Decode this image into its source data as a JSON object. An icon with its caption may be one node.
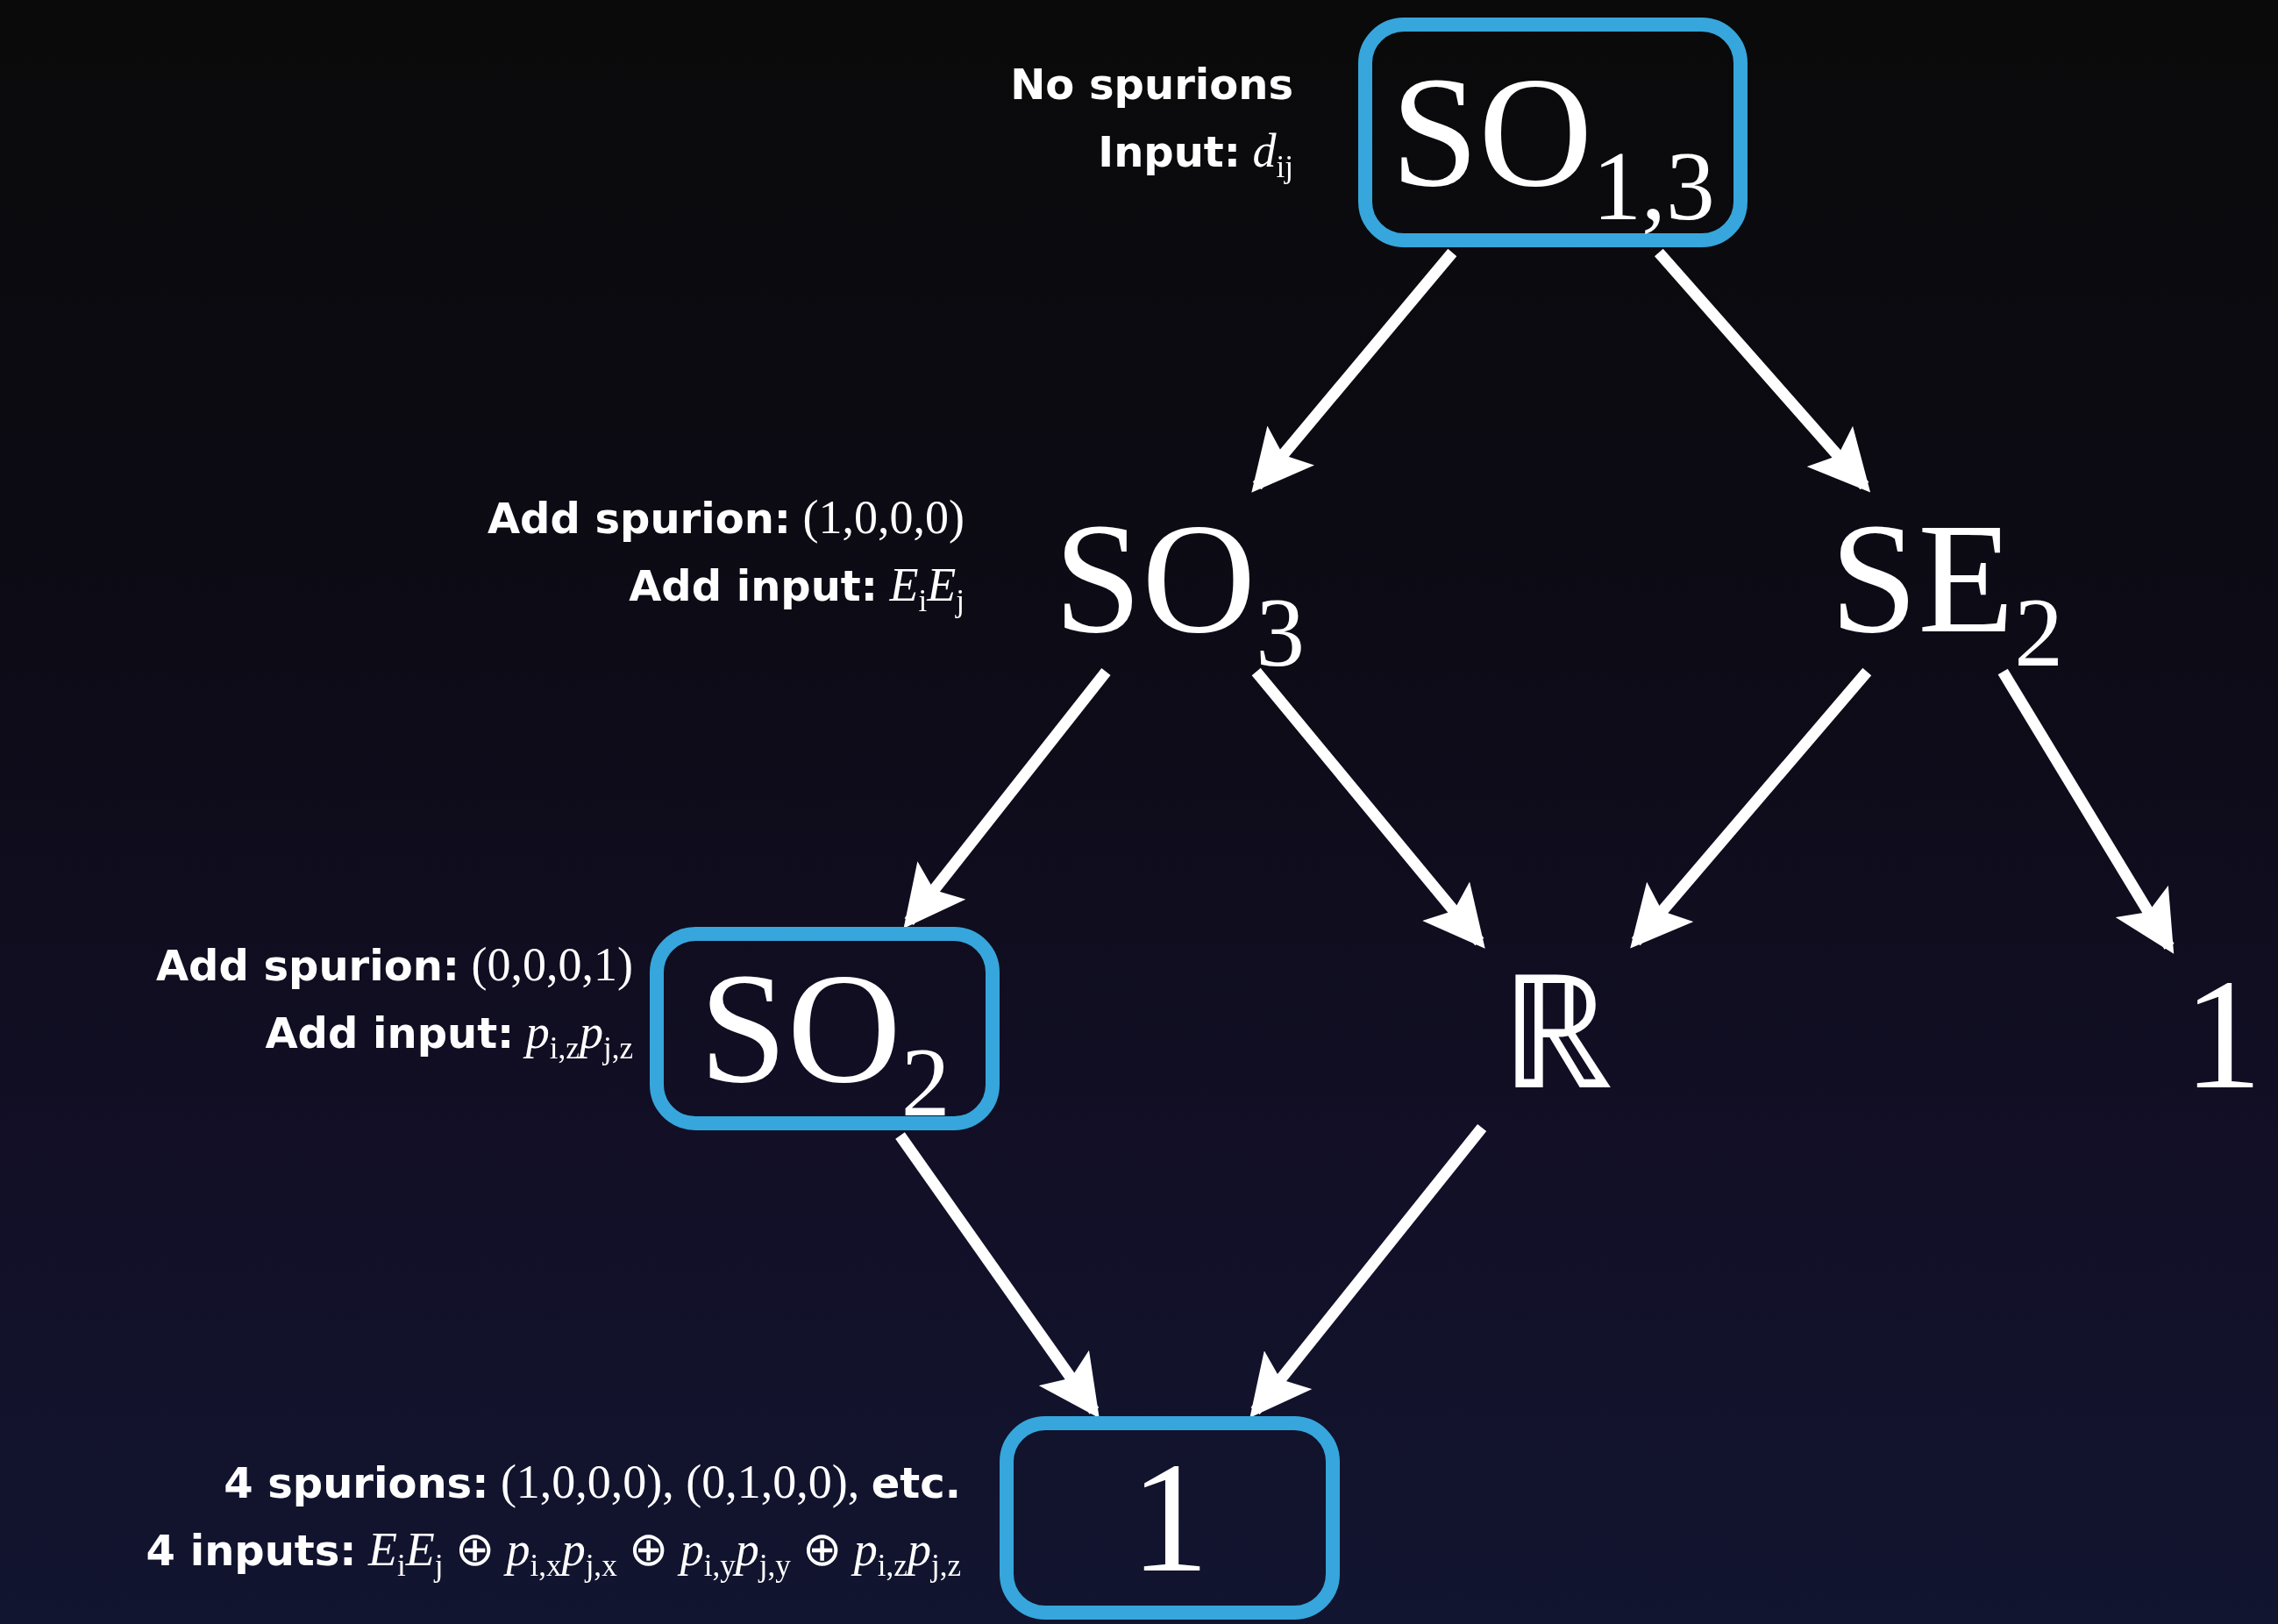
{
  "diagram": {
    "nodes": [
      {
        "text": [
          "SO$_{1,3}$"
        ],
        "beside": [
          "No spurions",
          "**Input:** *d*$_{ij}$"
        ]
      },
      {
        "text": [
          "SO$_{3}$"
        ],
        "beside": [
          "**Add spurion:** (1,0,0,0)",
          "**Add input:** *E*$_{i}$*E*$_{j}$"
        ]
      },
      {
        "text": [
          "SE$_{2}$"
        ]
      },
      {
        "text": [
          "SO$_{2}$"
        ],
        "beside": [
          "**Add spurion:** (0,0,0,1)",
          "**Add input:** *p*$_{i,z}$*p*$_{j,z}$"
        ]
      },
      {
        "text": [
          "ℝ"
        ]
      },
      {
        "text": [
          "1"
        ]
      },
      {
        "text": [
          "1"
        ],
        "beside": [
          "**4 spurions:** (1,0,0,0), (0,1,0,0), **etc.**",
          "**4 inputs:** *E*$_{i}$*E*$_{j}$ ⊕ *p*$_{i,x}$*p*$_{j,x}$ ⊕ *p*$_{i,y}$*p*$_{j,y}$ ⊕ *p*$_{i,z}$*p*$_{j,z}$"
        ]
      }
    ],
    "edges": [
      {
        "from": 0,
        "to": 1,
        "arrow": "to"
      },
      {
        "from": 0,
        "to": 2,
        "arrow": "to"
      },
      {
        "from": 1,
        "to": 3,
        "arrow": "to"
      },
      {
        "from": 1,
        "to": 4,
        "arrow": "to"
      },
      {
        "from": 2,
        "to": 4,
        "arrow": "to"
      },
      {
        "from": 2,
        "to": 5,
        "arrow": "to"
      },
      {
        "from": 3,
        "to": 6,
        "arrow": "to"
      },
      {
        "from": 4,
        "to": 6,
        "arrow": "to"
      }
    ]
  }
}
